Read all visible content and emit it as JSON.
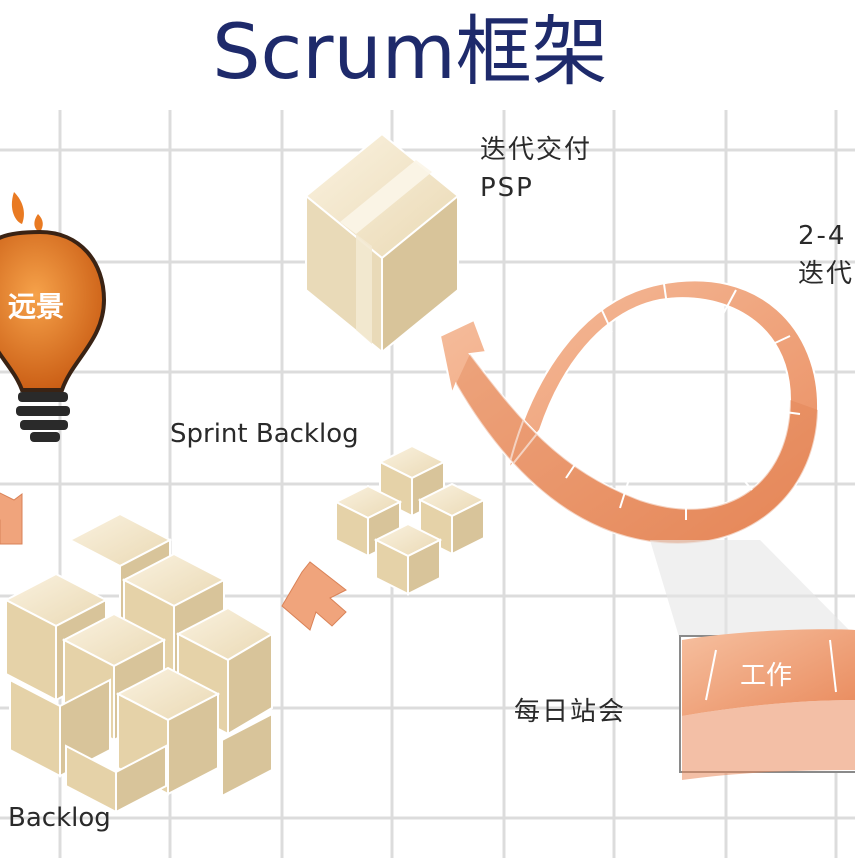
{
  "title": "Scrum框架",
  "labels": {
    "iteration_delivery": "迭代交付",
    "psp": "PSP",
    "duration": "2-4",
    "iteration_cut": "迭代",
    "vision": "远景",
    "sprint_backlog": "Sprint Backlog",
    "daily_standup": "每日站会",
    "work": "工作",
    "product_backlog": "Backlog"
  },
  "colors": {
    "title": "#1e2a6b",
    "cube": "#efe2c4",
    "cube_dark": "#d8c49a",
    "arrow": "#f0a47c",
    "arrow_dark": "#d98257",
    "bulb": "#e97a22",
    "grid": "#d9d9d9"
  }
}
